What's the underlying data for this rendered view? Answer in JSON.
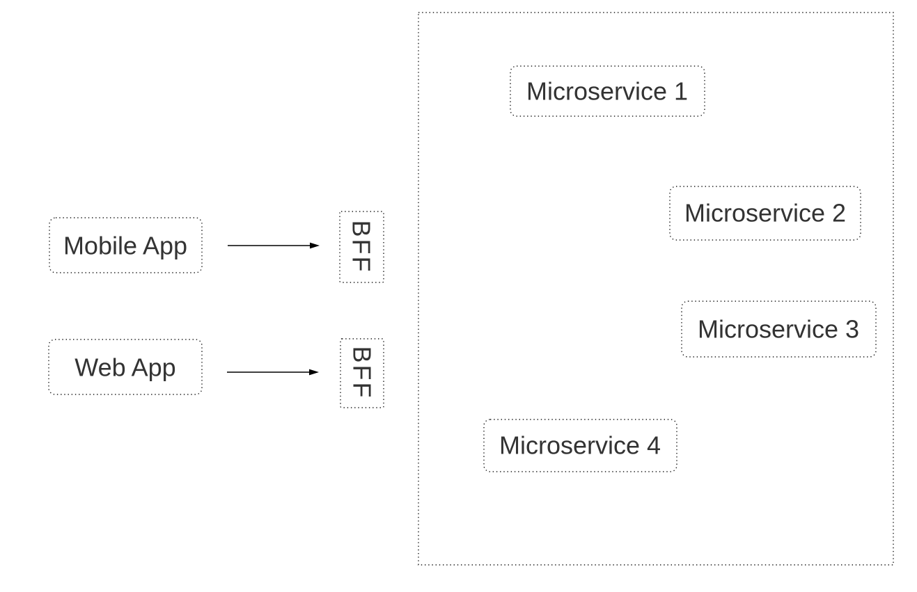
{
  "diagram": {
    "type": "architecture-diagram",
    "background": "#ffffff",
    "colors": {
      "node_border": "#1a1a1a",
      "text": "#333333",
      "arrow": "#000000"
    },
    "nodes": {
      "mobile_app": {
        "label": "Mobile App"
      },
      "web_app": {
        "label": "Web App"
      },
      "bff_top": {
        "label": "BFF",
        "orientation": "vertical"
      },
      "bff_bottom": {
        "label": "BFF",
        "orientation": "vertical"
      },
      "microservice_1": {
        "label": "Microservice 1"
      },
      "microservice_2": {
        "label": "Microservice 2"
      },
      "microservice_3": {
        "label": "Microservice 3"
      },
      "microservice_4": {
        "label": "Microservice 4"
      }
    },
    "container": {
      "style": "dotted-rectangle",
      "contains": [
        "Microservice 1",
        "Microservice 2",
        "Microservice 3",
        "Microservice 4"
      ]
    },
    "edges": [
      {
        "from": "Mobile App",
        "to": "BFF (top)",
        "style": "arrow"
      },
      {
        "from": "Web App",
        "to": "BFF (bottom)",
        "style": "arrow"
      }
    ]
  }
}
